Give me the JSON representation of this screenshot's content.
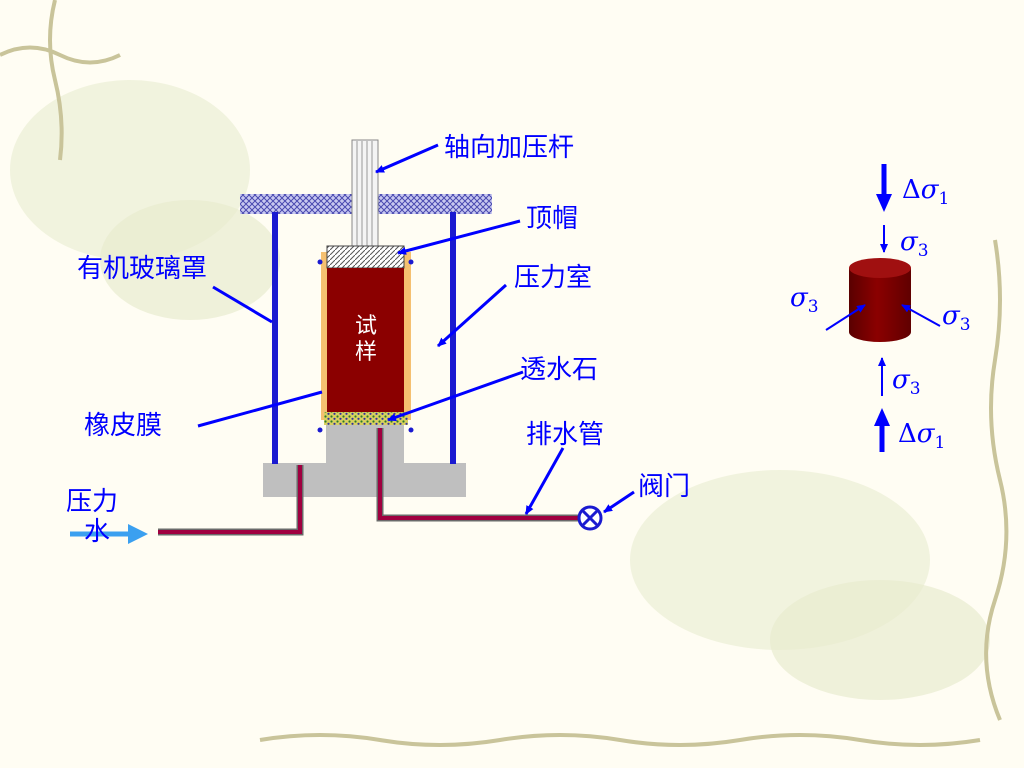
{
  "labels": {
    "axial_rod": "轴向加压杆",
    "top_cap": "顶帽",
    "glass_cover": "有机玻璃罩",
    "pressure_chamber": "压力室",
    "sample": "试样",
    "porous_stone": "透水石",
    "rubber_membrane": "橡皮膜",
    "drain_pipe": "排水管",
    "valve": "阀门",
    "pressure_water": "压力水"
  },
  "stress": {
    "delta": "Δ",
    "sigma": "σ",
    "sub_1": "1",
    "sub_3": "3"
  },
  "colors": {
    "line_blue": "#0000ff",
    "frame_blue": "#1a1ad0",
    "sample_red": "#8b0000",
    "pipe_red": "#a00040",
    "base_gray": "#bfbfbf",
    "water_arrow": "#3ba0f0"
  }
}
